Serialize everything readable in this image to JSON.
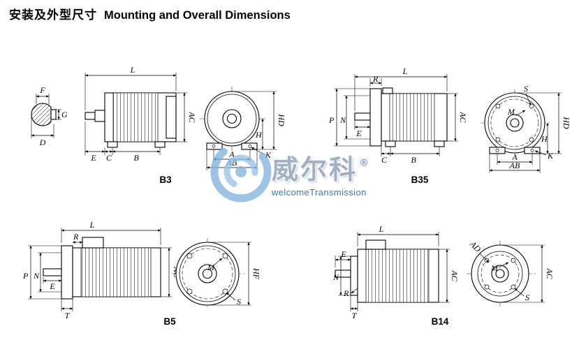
{
  "title": {
    "chinese": "安装及外型尺寸",
    "english": "Mounting and Overall Dimensions"
  },
  "watermark": {
    "brand": "威尔科",
    "registered": "®",
    "tagline": "welcomeTransmission"
  },
  "panels": {
    "b3": {
      "caption": "B3",
      "labels": {
        "L": "L",
        "AC": "AC",
        "E": "E",
        "C": "C",
        "B": "B",
        "F": "F",
        "G": "G",
        "D": "D",
        "HD": "HD",
        "H": "H",
        "K": "K",
        "A": "A",
        "AB": "AB"
      }
    },
    "b35": {
      "caption": "B35",
      "labels": {
        "L": "L",
        "R": "R",
        "P": "P",
        "N": "N",
        "E": "E",
        "AC": "AC",
        "C": "C",
        "B": "B",
        "S": "S",
        "M": "M",
        "HD": "HD",
        "H": "H",
        "K": "K",
        "A": "A",
        "AB": "AB"
      }
    },
    "b5": {
      "caption": "B5",
      "labels": {
        "L": "L",
        "R": "R",
        "P": "P",
        "N": "N",
        "E": "E",
        "AC": "AC",
        "T": "T",
        "M": "M",
        "HF": "HF",
        "S": "S"
      }
    },
    "b14": {
      "caption": "B14",
      "labels": {
        "L": "L",
        "E": "E",
        "N": "N",
        "R": "R",
        "T": "T",
        "AC": "AC",
        "AD": "AD",
        "M": "M",
        "S": "S"
      }
    }
  }
}
